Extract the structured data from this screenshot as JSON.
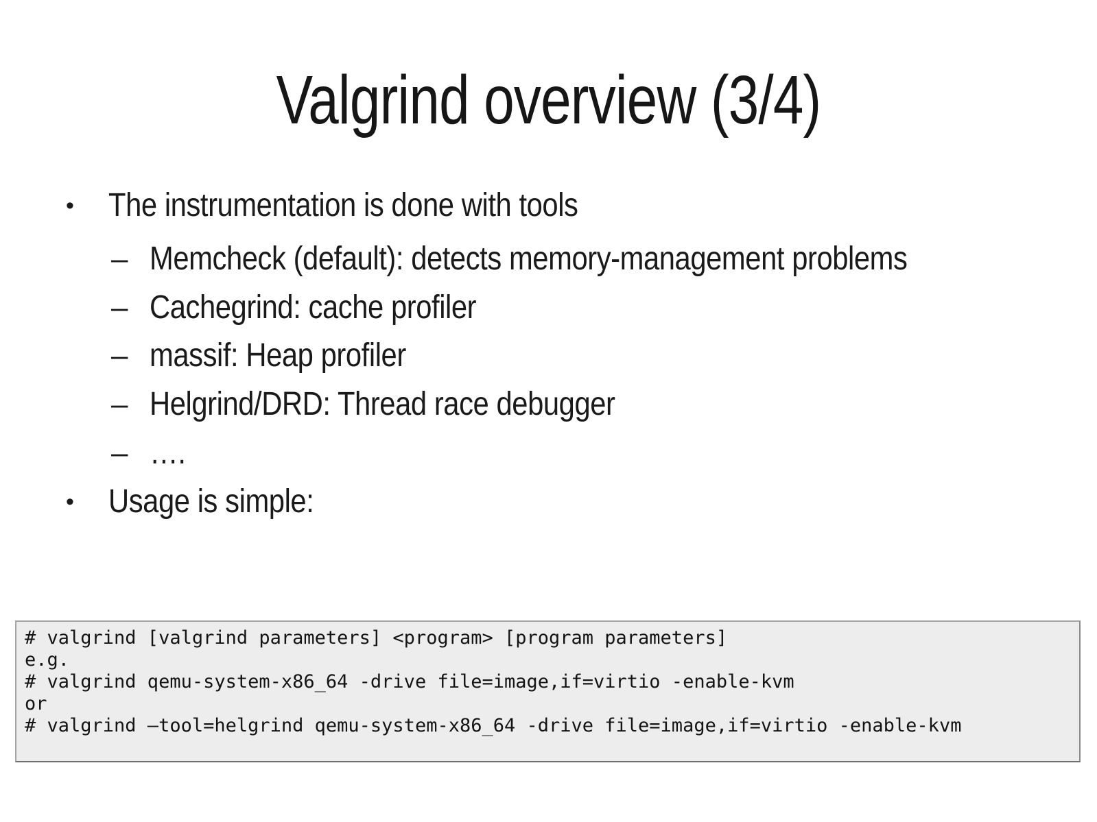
{
  "slide": {
    "title": "Valgrind overview (3/4)",
    "background_color": "#ffffff",
    "text_color": "#1a1a1a"
  },
  "markers": {
    "level1_bullet": "•",
    "level2_dash": "–"
  },
  "bullets": [
    {
      "level": 1,
      "text": "The instrumentation is done with tools"
    },
    {
      "level": 2,
      "text": "Memcheck (default): detects memory-management problems"
    },
    {
      "level": 2,
      "text": "Cachegrind: cache profiler"
    },
    {
      "level": 2,
      "text": "massif: Heap profiler"
    },
    {
      "level": 2,
      "text": "Helgrind/DRD: Thread race debugger"
    },
    {
      "level": 2,
      "text": "…."
    },
    {
      "level": 1,
      "text": "Usage is simple:"
    }
  ],
  "code": {
    "background_color": "#ededed",
    "border_color": "#a3a3a3",
    "lines": [
      "# valgrind [valgrind parameters] <program> [program parameters]",
      "e.g.",
      "# valgrind qemu-system-x86_64 -drive file=image,if=virtio -enable-kvm",
      "or",
      "# valgrind –tool=helgrind qemu-system-x86_64 -drive file=image,if=virtio -enable-kvm"
    ]
  }
}
